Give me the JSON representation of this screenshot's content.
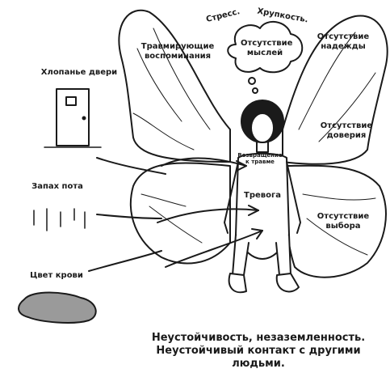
{
  "labels": {
    "stress": "Стресс.",
    "fragility": "Хрупкость.",
    "no_thoughts": "Отсутствие мыслей",
    "traumatic_memories": "Травмирующие воспоминания",
    "no_hope": "Отсутствие надежды",
    "slamming_doors": "Хлопанье двери",
    "no_trust": "Отсутствие доверия",
    "return_to_trauma": "Возвращение к травме",
    "smell_of_sweat": "Запах пота",
    "anxiety": "Тревога",
    "no_choice": "Отсутствие выбора",
    "blood_color": "Цвет крови"
  },
  "caption": {
    "line1": "Неустойчивость, незаземленность.",
    "line2": "Неустойчивый контакт с другими людьми."
  }
}
